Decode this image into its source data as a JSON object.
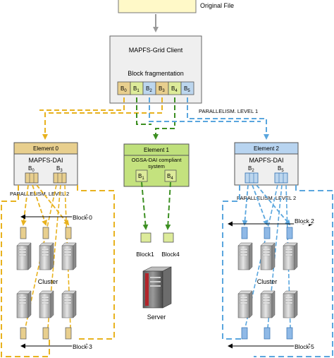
{
  "original_file": {
    "label": "Original File"
  },
  "client": {
    "title": "MAPFS-Grid Client",
    "subtitle": "Block fragmentation"
  },
  "blocks": [
    {
      "label": "B",
      "sub": "0",
      "color": "#e8cf8e"
    },
    {
      "label": "B",
      "sub": "1",
      "color": "#ddeb9a"
    },
    {
      "label": "B",
      "sub": "2",
      "color": "#bcd6ee"
    },
    {
      "label": "B",
      "sub": "3",
      "color": "#e8cf8e"
    },
    {
      "label": "B",
      "sub": "4",
      "color": "#ddeb9a"
    },
    {
      "label": "B",
      "sub": "5",
      "color": "#bcd6ee"
    }
  ],
  "parallelism_level1": "PARALLELISM. LEVEL 1",
  "parallelism_level2": "PARALLELISM. LEVEL 2",
  "element0": {
    "header": "Element 0",
    "title": "MAPFS-DAI",
    "b_left": "B",
    "b_left_sub": "0",
    "b_right": "B",
    "b_right_sub": "3"
  },
  "element1": {
    "header": "Element 1",
    "title_line1": "OGSA-DAI compliant",
    "title_line2": "system",
    "b_left": "B",
    "b_left_sub": "1",
    "b_right": "B",
    "b_right_sub": "4"
  },
  "element2": {
    "header": "Element 2",
    "title": "MAPFS-DAI",
    "b_left": "B",
    "b_left_sub": "2",
    "b_right": "B",
    "b_right_sub": "5"
  },
  "cluster_left": {
    "label": "Cluster",
    "block_top": "Block 0",
    "block_bottom": "Block 3"
  },
  "cluster_right": {
    "label": "Cluster",
    "block_top": "Block 2",
    "block_bottom": "Block 5"
  },
  "server": {
    "label": "Server",
    "block_left": "Block1",
    "block_right": "Block4"
  },
  "colors": {
    "orange": "#e8b21e",
    "green": "#3c8f22",
    "blue": "#5aa6de",
    "gray_arrow": "#9a9a9a",
    "element0_header": "#e8cf8e",
    "element1_header": "#bfe07c",
    "element2_header": "#b8d4f0",
    "element1_body": "#c4e27e",
    "box_fill": "#efefef"
  }
}
